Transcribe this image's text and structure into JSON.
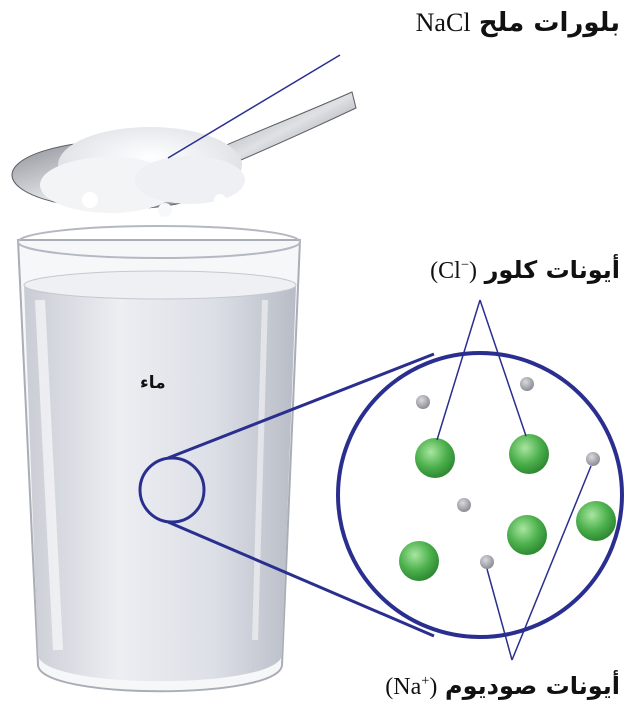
{
  "labels": {
    "salt": {
      "arabic": "بلورات ملح",
      "formula": "NaCl"
    },
    "chloride": {
      "arabic": "أيونات كلور",
      "formula": "Cl",
      "charge": "−"
    },
    "sodium": {
      "arabic": "أيونات صوديوم",
      "formula": "Na",
      "charge": "+"
    },
    "water": "ماء"
  },
  "colors": {
    "outline": "#2a2f8f",
    "chloride_ion": "#4cb04c",
    "sodium_ion": "#9a9aa3",
    "water": "#dfe2e8"
  }
}
